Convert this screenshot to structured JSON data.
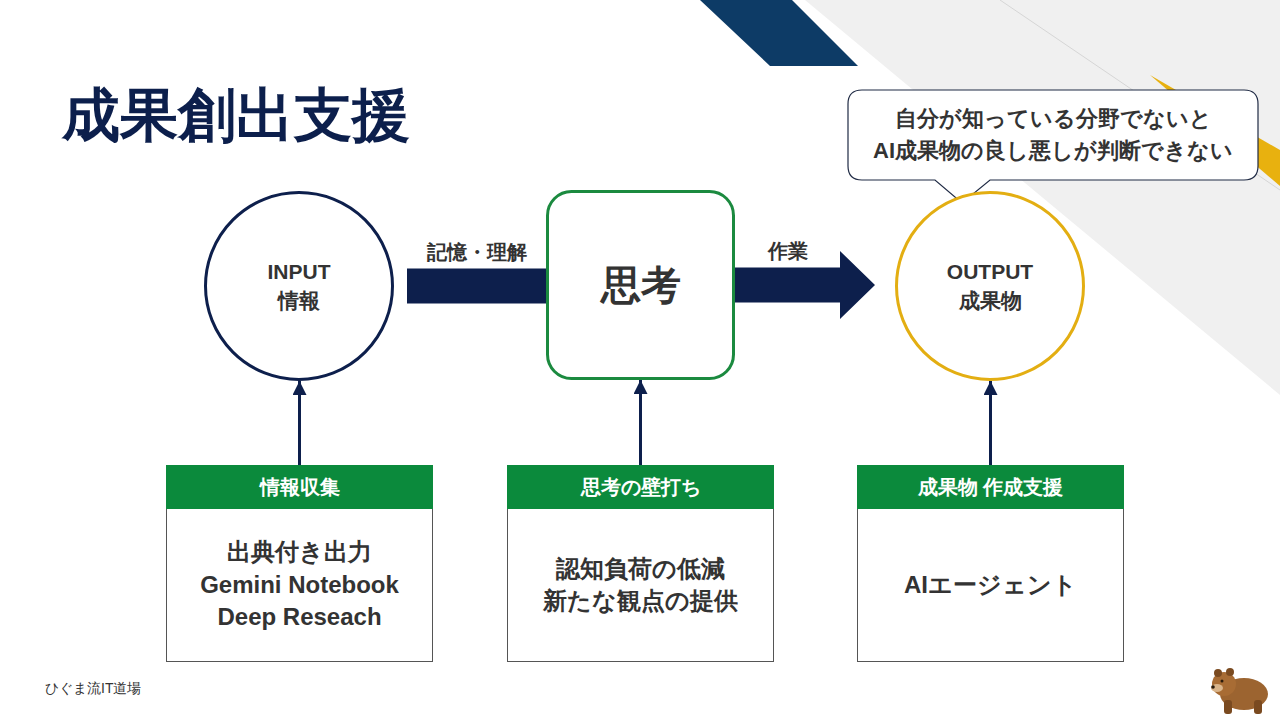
{
  "diagram": {
    "title": "成果創出支援",
    "nodes": [
      {
        "text": [
          "自分が知っている分野でないと AI成果物の良し悪しが判断できない"
        ]
      },
      {
        "text": [
          "INPUT 情報"
        ]
      },
      {
        "text": [
          "思考"
        ]
      },
      {
        "text": [
          "OUTPUT 成果物"
        ]
      },
      {
        "text": [
          "情報収集",
          "出典付き出力 Gemini Notebook Deep Reseach"
        ]
      },
      {
        "text": [
          "思考の壁打ち",
          "認知負荷の低減 新たな観点の提供"
        ]
      },
      {
        "text": [
          "成果物 作成支援",
          "AIエージェント"
        ]
      }
    ],
    "edges": [
      {
        "from": 1,
        "to": 2,
        "label": "記憶・理解",
        "arrow": "none"
      },
      {
        "from": 2,
        "to": 3,
        "label": "作業",
        "arrow": "to"
      },
      {
        "from": 4,
        "to": 1,
        "arrow": "to"
      },
      {
        "from": 5,
        "to": 2,
        "arrow": "to"
      },
      {
        "from": 6,
        "to": 3,
        "arrow": "to"
      }
    ],
    "labels": [
      "ひぐま流IT道場"
    ]
  }
}
